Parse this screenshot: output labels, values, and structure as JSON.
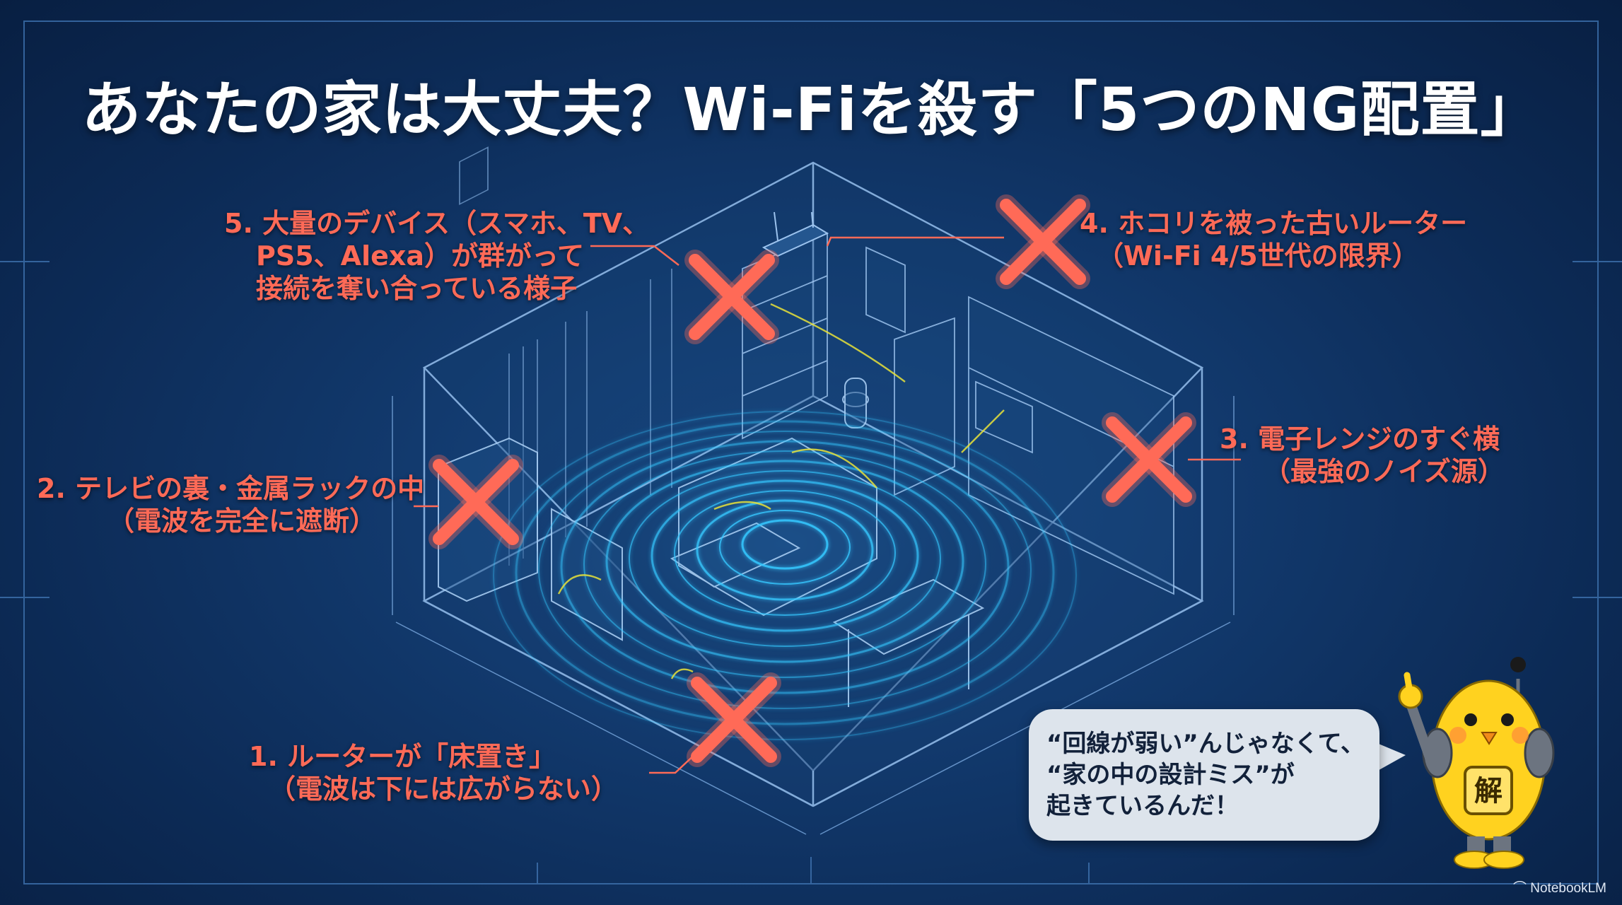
{
  "title": "あなたの家は大丈夫？Wi-Fiを殺す「5つのNG配置」",
  "items": [
    {
      "number": "5.",
      "lines": [
        "5. 大量のデバイス（スマホ、TV、",
        "PS5、Alexa）が群がって",
        "接続を奪い合っている様子"
      ]
    },
    {
      "number": "4.",
      "lines": [
        "4. ホコリを被った古いルーター",
        "（Wi-Fi 4/5世代の限界）"
      ]
    },
    {
      "number": "3.",
      "lines": [
        "3. 電子レンジのすぐ横",
        "（最強のノイズ源）"
      ]
    },
    {
      "number": "2.",
      "lines": [
        "2. テレビの裏・金属ラックの中",
        "（電波を完全に遮断）"
      ]
    },
    {
      "number": "1.",
      "lines": [
        "1. ルーターが「床置き」",
        "（電波は下には広がらない）"
      ]
    }
  ],
  "bubble": {
    "lines": [
      "“回線が弱い”んじゃなくて、",
      "“家の中の設計ミス”が",
      "起きているんだ！"
    ]
  },
  "mascot_badge": "解",
  "brand": "NotebookLM",
  "colors": {
    "background": "#0e2a52",
    "accent_red": "#ff6a57",
    "wave_cyan": "#35c8ff",
    "signal_yellow": "#e8e23a",
    "mascot_yellow": "#ffd21f"
  }
}
